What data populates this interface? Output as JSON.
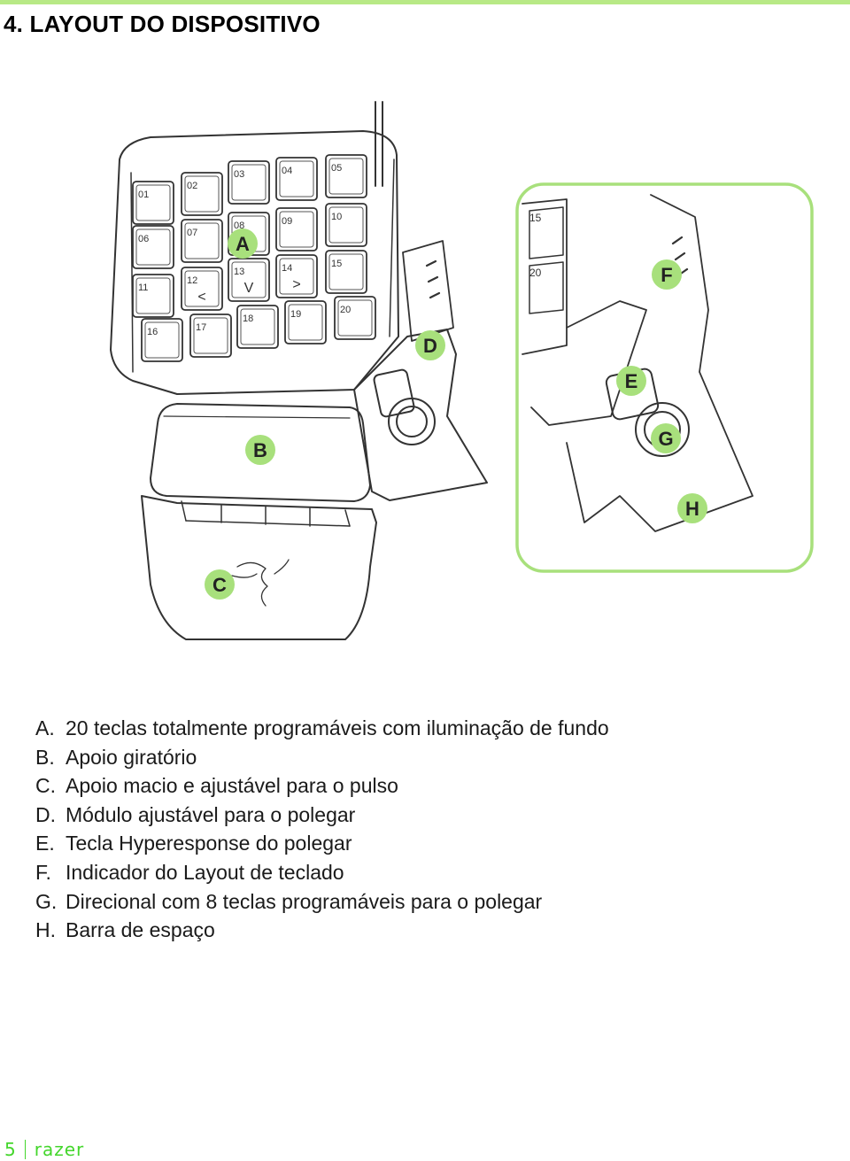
{
  "header": {
    "title": "4. LAYOUT DO DISPOSITIVO"
  },
  "figure": {
    "keys": [
      "01",
      "02",
      "03",
      "04",
      "05",
      "06",
      "07",
      "08",
      "09",
      "10",
      "11",
      "12",
      "13",
      "14",
      "15",
      "16",
      "17",
      "18",
      "19",
      "20"
    ],
    "arrow_keys": {
      "12": "<",
      "13": "V",
      "14": ">"
    },
    "inset_keys": [
      "15",
      "20"
    ],
    "callouts": [
      "A",
      "B",
      "C",
      "D",
      "E",
      "F",
      "G",
      "H"
    ],
    "accent_color": "#44d62c",
    "callout_color": "#a8e07c"
  },
  "legend": [
    {
      "letter": "A.",
      "text": "20 teclas totalmente programáveis com iluminação de fundo"
    },
    {
      "letter": "B.",
      "text": "Apoio giratório"
    },
    {
      "letter": "C.",
      "text": "Apoio macio e ajustável para o pulso"
    },
    {
      "letter": "D.",
      "text": "Módulo ajustável para o polegar"
    },
    {
      "letter": "E.",
      "text": "Tecla Hyperesponse do polegar"
    },
    {
      "letter": "F.",
      "text": "Indicador do Layout de teclado"
    },
    {
      "letter": "G.",
      "text": "Direcional com 8 teclas programáveis para o polegar"
    },
    {
      "letter": "H.",
      "text": "Barra de espaço"
    }
  ],
  "footer": {
    "page_number": "5",
    "brand": "razer"
  }
}
